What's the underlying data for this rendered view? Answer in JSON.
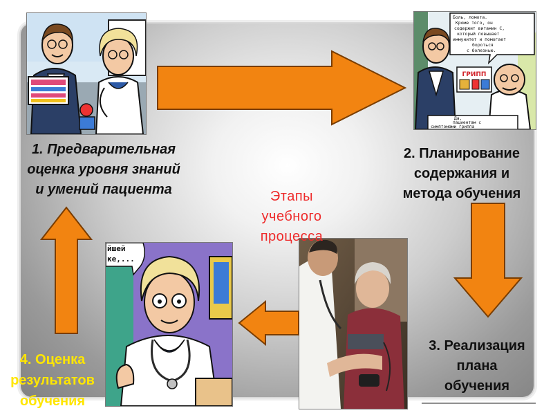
{
  "title": "Этапы учебного процесса",
  "title_lines": [
    "Этапы",
    "учебного",
    "процесса"
  ],
  "stages": {
    "stage1": {
      "lines": [
        "1. Предварительная",
        "оценка уровня знаний",
        "и умений пациента"
      ]
    },
    "stage2": {
      "lines": [
        "2. Планирование",
        "содержания и",
        "метода обучения"
      ]
    },
    "stage3": {
      "lines": [
        "3. Реализация",
        "плана",
        "обучения"
      ]
    },
    "stage4": {
      "lines": [
        "4. Оценка",
        "результатов",
        "обучения"
      ]
    }
  },
  "illustrations": {
    "pic2_bubble_lines": [
      "Боль, ломота.",
      "Кроме того, он",
      "содержит витамин С,",
      "который повышает",
      "иммунитет и помогает",
      "бороться",
      "с болезнью."
    ],
    "pic2_poster_text": "ГРИПП",
    "pic2_caption_lines": [
      "Да,",
      "пациентам с",
      "симптомами гриппа"
    ],
    "pic3_bubble_lines": [
      "йшей",
      "ке,..."
    ]
  },
  "colors": {
    "arrow_fill": "#f28411",
    "arrow_stroke": "#7a3d00",
    "title_color": "#ee2b2b",
    "stage4_color": "#ffe600"
  }
}
